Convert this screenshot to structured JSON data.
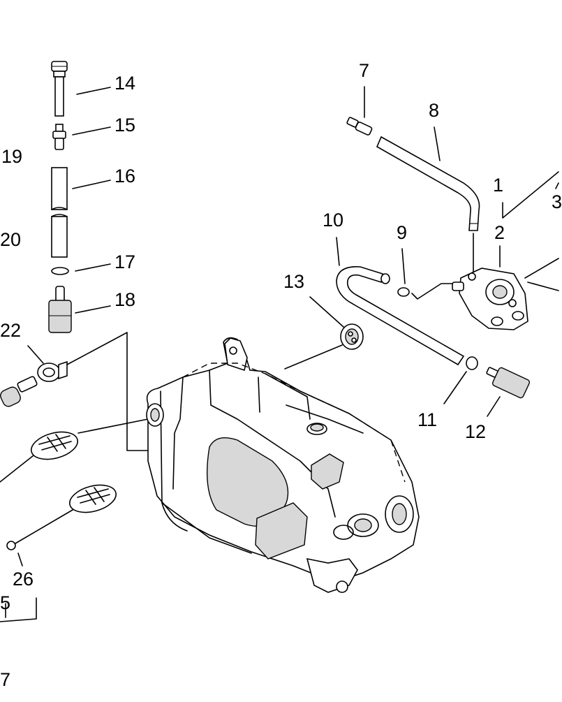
{
  "labels": {
    "p1": "1",
    "p2": "2",
    "p7": "7",
    "p8": "8",
    "p9": "9",
    "p10": "10",
    "p11": "11",
    "p12": "12",
    "p13": "13",
    "p14": "14",
    "p15": "15",
    "p16": "16",
    "p17": "17",
    "p18": "18",
    "p19": "19",
    "p20": "20",
    "p22": "22",
    "p25": "5",
    "p26": "26",
    "p27": "7",
    "p3": "3"
  }
}
